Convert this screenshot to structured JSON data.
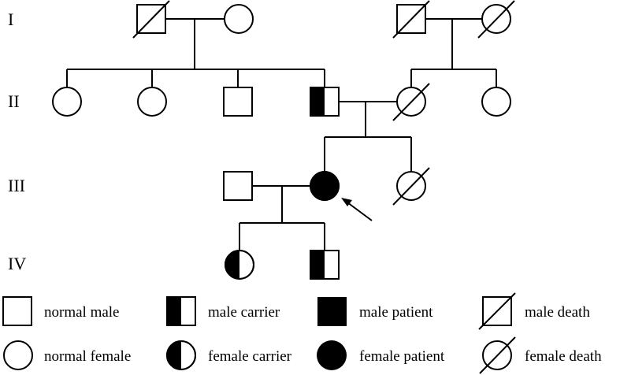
{
  "generations": [
    "I",
    "II",
    "III",
    "IV"
  ],
  "legend": {
    "normal_male": "normal male",
    "male_carrier": "male carrier",
    "male_patient": "male patient",
    "male_death": "male death",
    "normal_female": "normal female",
    "female_carrier": "female carrier",
    "female_patient": "female patient",
    "female_death": "female death"
  },
  "colors": {
    "line": "#000000",
    "fill": "#000000",
    "background": "#ffffff"
  }
}
